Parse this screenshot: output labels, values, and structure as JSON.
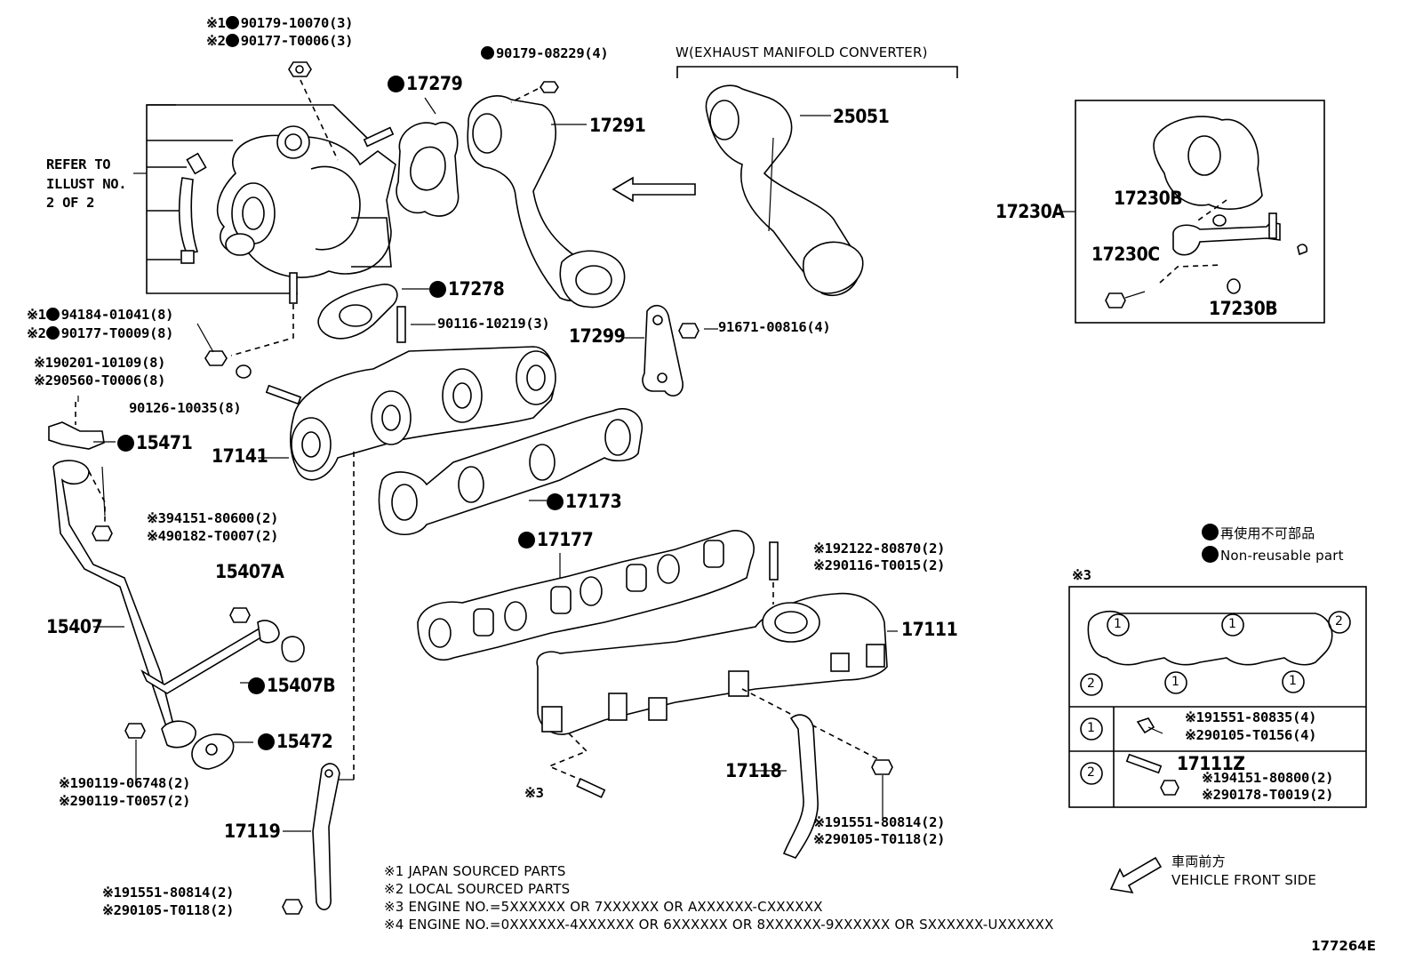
{
  "diagram_id": "177264E",
  "colors": {
    "ink": "#000000",
    "background": "#ffffff"
  },
  "section_heading": "W(EXHAUST MANIFOLD CONVERTER)",
  "refer_note": [
    "REFER TO",
    "ILLUST NO.",
    "2 OF 2"
  ],
  "callouts": {
    "c1": {
      "mark1": "※1",
      "mark2": "※2",
      "line1": "90179-10070(3)",
      "line2": "90177-T0006(3)",
      "dot1": true,
      "dot2": true
    },
    "c2": {
      "text": "90179-08229(4)",
      "dot": true
    },
    "c3": {
      "text": "17279",
      "dot": true
    },
    "c4": {
      "text": "17291"
    },
    "c5": {
      "text": "25051"
    },
    "c6": {
      "text": "17278",
      "dot": true
    },
    "c7": {
      "text": "90116-10219(3)"
    },
    "c8": {
      "mark1": "※1",
      "mark2": "※2",
      "line1": "94184-01041(8)",
      "line2": "90177-T0009(8)",
      "dot1": true,
      "dot2": true
    },
    "c9": {
      "mark1": "※1",
      "mark2": "※2",
      "line1": "90201-10109(8)",
      "line2": "90560-T0006(8)"
    },
    "c10": {
      "text": "90126-10035(8)"
    },
    "c11": {
      "text": "17299"
    },
    "c12": {
      "text": "91671-00816(4)"
    },
    "c13": {
      "text": "15471",
      "dot": true
    },
    "c14": {
      "text": "17141"
    },
    "c15": {
      "text": "17173",
      "dot": true
    },
    "c16": {
      "mark1": "※3",
      "mark2": "※4",
      "line1": "94151-80600(2)",
      "line2": "90182-T0007(2)"
    },
    "c17": {
      "text": "17177",
      "dot": true
    },
    "c18": {
      "mark1": "※1",
      "mark2": "※2",
      "line1": "92122-80870(2)",
      "line2": "90116-T0015(2)"
    },
    "c19": {
      "text": "15407A"
    },
    "c20": {
      "text": "15407"
    },
    "c21": {
      "text": "17111"
    },
    "c22": {
      "text": "15407B",
      "dot": true
    },
    "c23": {
      "text": "15472",
      "dot": true
    },
    "c24": {
      "mark1": "※1",
      "mark2": "※2",
      "line1": "90119-06748(2)",
      "line2": "90119-T0057(2)"
    },
    "c25": {
      "text": "17118"
    },
    "c26": {
      "text": "※3"
    },
    "c27": {
      "mark1": "※1",
      "mark2": "※2",
      "line1": "91551-80814(2)",
      "line2": "90105-T0118(2)"
    },
    "c28": {
      "text": "17119"
    },
    "c29": {
      "mark1": "※1",
      "mark2": "※2",
      "line1": "91551-80814(2)",
      "line2": "90105-T0118(2)"
    },
    "c30": {
      "text": "17230A"
    },
    "c31": {
      "text": "17230B"
    },
    "c32": {
      "text": "17230C"
    },
    "c33": {
      "text": "17230B"
    }
  },
  "legend": {
    "jp": "再使用不可部品",
    "en": "Non-reusable part"
  },
  "inset_table": {
    "mark": "※3",
    "circle_1": "1",
    "circle_2": "2",
    "row1": {
      "mark1": "※1",
      "mark2": "※2",
      "line1": "91551-80835(4)",
      "line2": "90105-T0156(4)"
    },
    "row2": {
      "part": "17111Z",
      "mark1": "※1",
      "mark2": "※2",
      "line1": "94151-80800(2)",
      "line2": "90178-T0019(2)"
    }
  },
  "footnotes": [
    "※1 JAPAN SOURCED PARTS",
    "※2 LOCAL SOURCED PARTS",
    "※3 ENGINE NO.=5XXXXXX OR 7XXXXXX OR AXXXXXX-CXXXXXX",
    "※4 ENGINE NO.=0XXXXXX-4XXXXXX OR 6XXXXXX OR 8XXXXXX-9XXXXXX OR SXXXXXX-UXXXXXX"
  ],
  "front_side": {
    "jp": "車両前方",
    "en": "VEHICLE FRONT SIDE"
  }
}
